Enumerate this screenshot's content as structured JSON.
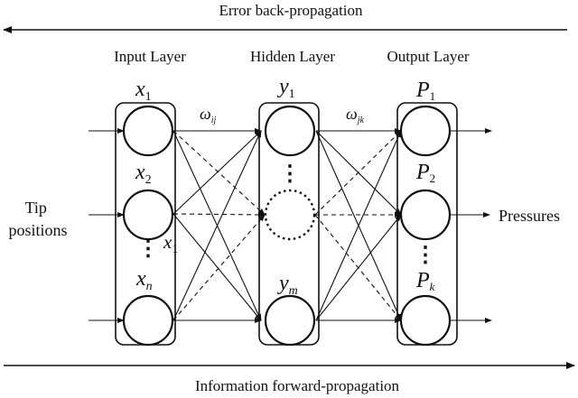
{
  "top_arrow_label": "Error back-propagation",
  "bottom_arrow_label": "Information forward-propagation",
  "layers": {
    "input": "Input Layer",
    "hidden": "Hidden Layer",
    "output": "Output Layer"
  },
  "inputs_label": [
    "Tip",
    "positions"
  ],
  "outputs_label": "Pressures",
  "weights": {
    "w_ij": {
      "base": "ω",
      "sub": "ij"
    },
    "w_jk": {
      "base": "ω",
      "sub": "jk"
    }
  },
  "node_labels": {
    "x1": {
      "base": "x",
      "sub": "1"
    },
    "x2": {
      "base": "x",
      "sub": "2"
    },
    "xn": {
      "base": "x",
      "sub": "n"
    },
    "x1_extra": {
      "base": "x",
      "sub": "1"
    },
    "y1": {
      "base": "y",
      "sub": "1"
    },
    "ym": {
      "base": "y",
      "sub": "m"
    },
    "p1": {
      "base": "P",
      "sub": "1"
    },
    "p2": {
      "base": "P",
      "sub": "2"
    },
    "pk": {
      "base": "P",
      "sub": "k"
    }
  },
  "ellipsis": "⋮"
}
